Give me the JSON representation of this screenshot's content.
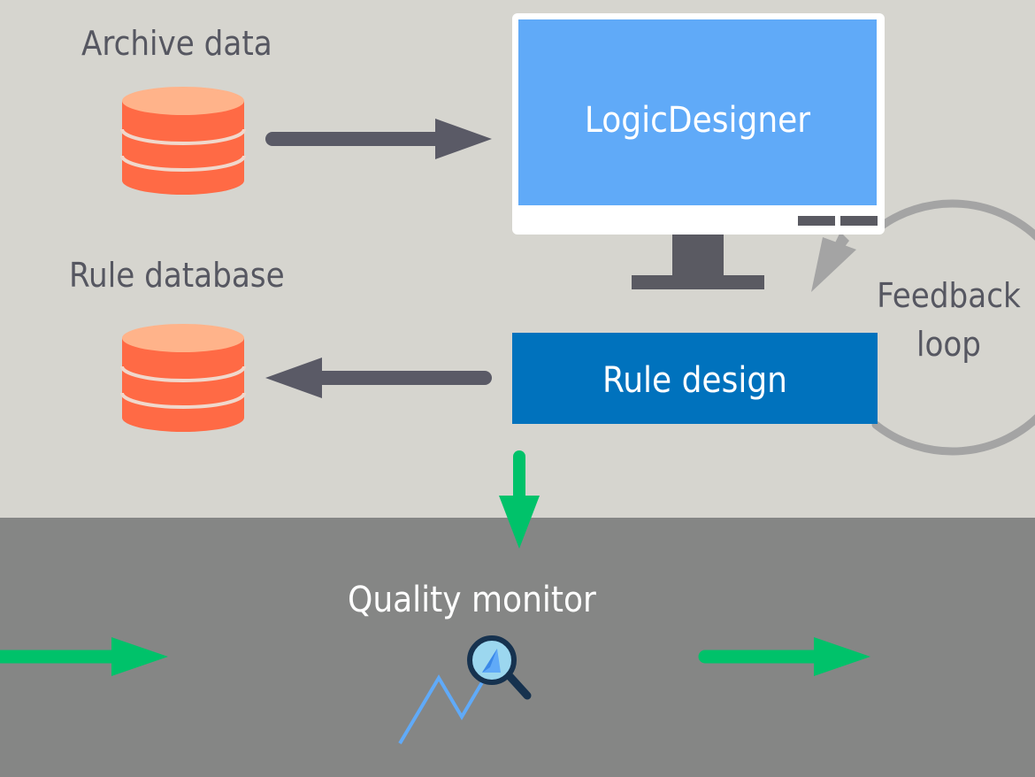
{
  "labels": {
    "archive_data": "Archive data",
    "rule_database": "Rule database",
    "logic_designer": "LogicDesigner",
    "rule_design": "Rule design",
    "feedback_line1": "Feedback",
    "feedback_line2": "loop",
    "quality_monitor": "Quality monitor"
  },
  "colors": {
    "background_top": "#d6d5cf",
    "background_bottom": "#858685",
    "database_body": "#ff6a45",
    "database_top": "#ffb38a",
    "monitor_screen": "#60aaf8",
    "monitor_stand": "#5a5a62",
    "rule_design_box": "#0072bd",
    "arrow_dark": "#5a5a66",
    "arrow_green": "#00c26a",
    "feedback_loop": "#a4a4a4"
  },
  "icons": [
    "database-icon",
    "monitor-icon",
    "magnifier-icon",
    "trend-line-icon",
    "arrow-icon"
  ]
}
